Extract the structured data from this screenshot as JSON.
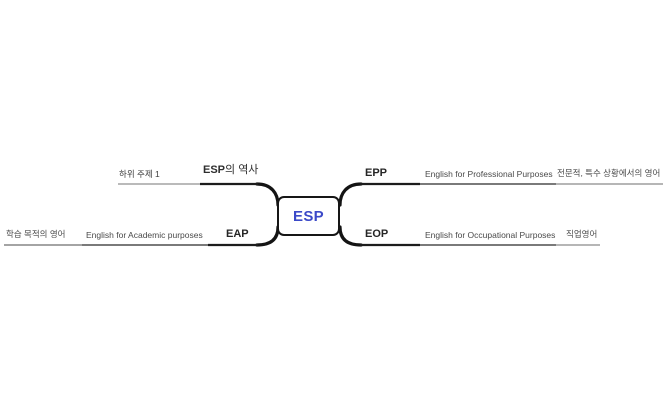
{
  "center": {
    "label": "ESP"
  },
  "colors": {
    "center_text": "#3b49c8",
    "line_dark": "#141414",
    "line_mid": "#4f4f4f",
    "line_light": "#a3a3a3"
  },
  "branches": [
    {
      "name": "esp-history",
      "label_bold": "ESP",
      "label_rest": "의 역사",
      "children": [
        {
          "label": "하위 주제 1"
        }
      ]
    },
    {
      "name": "eap",
      "label": "EAP",
      "children": [
        {
          "label": "English for Academic purposes"
        },
        {
          "label": "학습 목적의 영어"
        }
      ]
    },
    {
      "name": "epp",
      "label": "EPP",
      "children": [
        {
          "label": "English for Professional Purposes"
        },
        {
          "label": "전문적, 특수 상황에서의 영어"
        }
      ]
    },
    {
      "name": "eop",
      "label": "EOP",
      "children": [
        {
          "label": "English for Occupational Purposes"
        },
        {
          "label": "직업영어"
        }
      ]
    }
  ]
}
